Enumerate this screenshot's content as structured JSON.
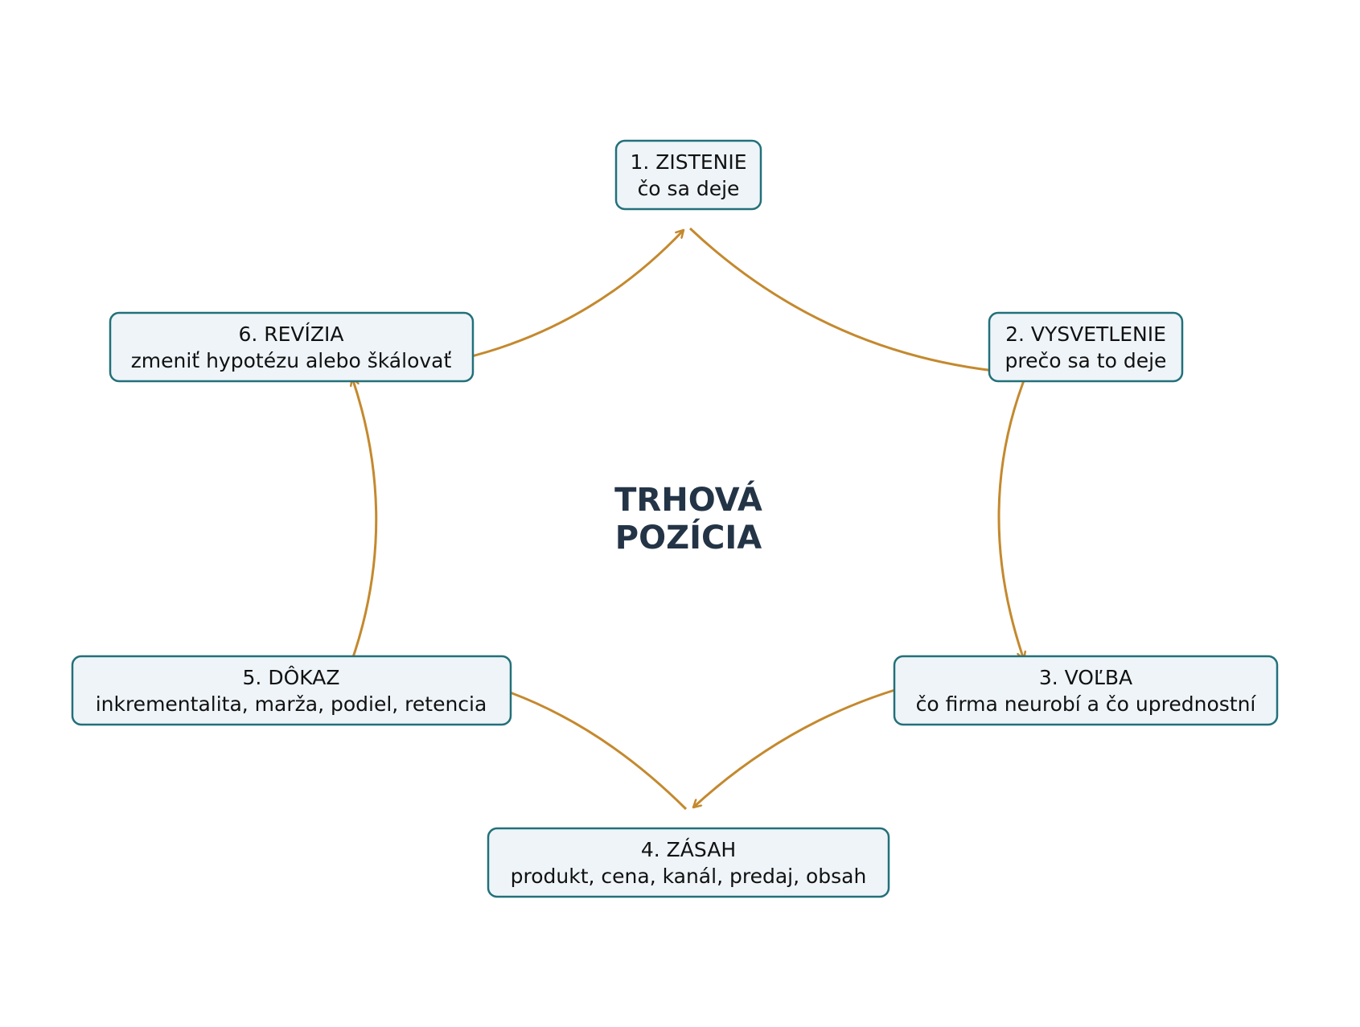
{
  "diagram": {
    "center": {
      "line1": "TRHOVÁ",
      "line2": "POZÍCIA"
    },
    "steps": [
      {
        "title": "1. ZISTENIE",
        "subtitle": "čo sa deje"
      },
      {
        "title": "2. VYSVETLENIE",
        "subtitle": "prečo sa to deje"
      },
      {
        "title": "3. VOĽBA",
        "subtitle": "čo firma neurobí a čo uprednostní"
      },
      {
        "title": "4. ZÁSAH",
        "subtitle": "produkt, cena, kanál, predaj, obsah"
      },
      {
        "title": "5. DÔKAZ",
        "subtitle": "inkrementalita, marža, podiel, retencia"
      },
      {
        "title": "6. REVÍZIA",
        "subtitle": "zmeniť hypotézu alebo škálovať"
      }
    ],
    "colors": {
      "box_fill": "#eef4f8",
      "box_border": "#22707a",
      "arrow": "#c4892e",
      "center_text": "#243447"
    }
  }
}
